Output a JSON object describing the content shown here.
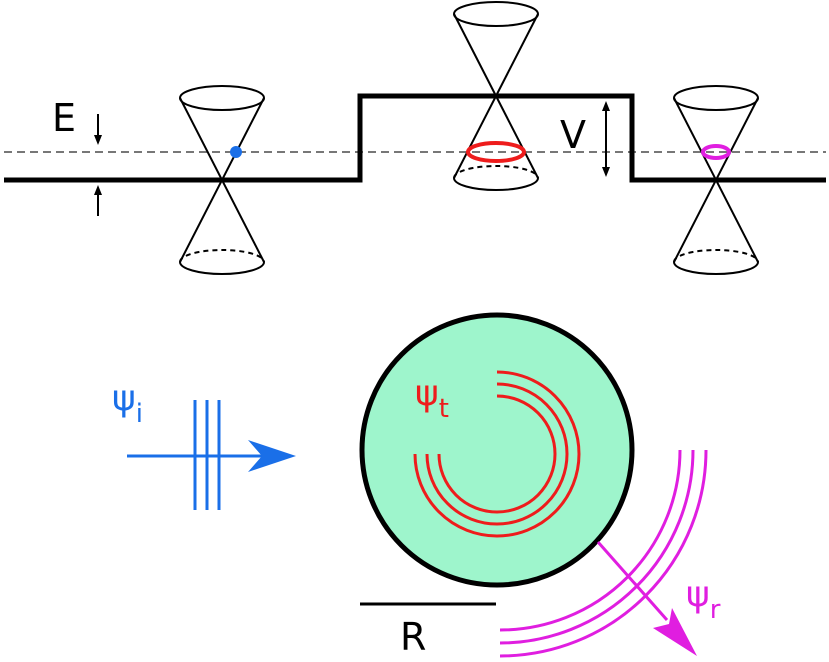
{
  "labels": {
    "energy": "E",
    "barrier": "V",
    "radius": "R",
    "psi_symbol": "ψ",
    "incident_sub": "i",
    "transmitted_sub": "t",
    "reflected_sub": "r"
  },
  "colors": {
    "incident": "#1a6fe8",
    "transmitted": "#ee1c1c",
    "reflected": "#e01ee0",
    "dot": "#1a6fe8",
    "disk_fill": "#9ef5cc",
    "line": "#000000",
    "dashed": "#777777"
  }
}
